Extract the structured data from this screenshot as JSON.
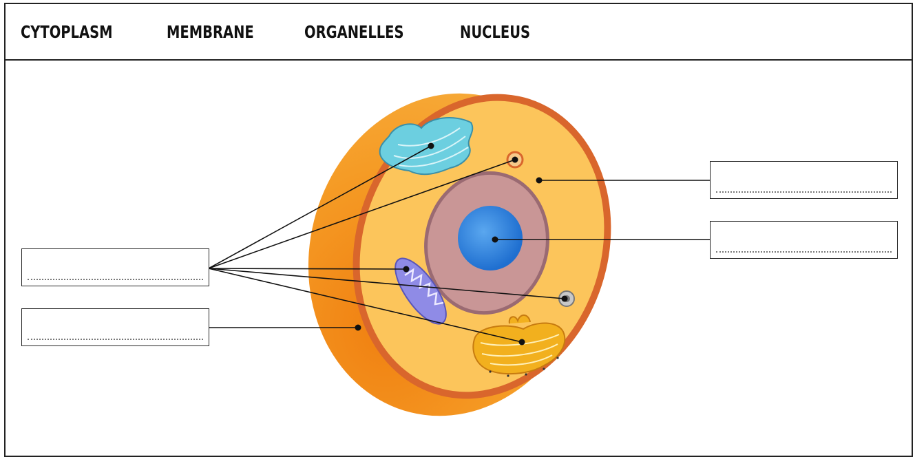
{
  "word_bank": {
    "words": [
      "CYTOPLASM",
      "MEMBRANE",
      "ORGANELLES",
      "NUCLEUS"
    ]
  },
  "diagram": {
    "subject": "animal cell",
    "answer_boxes": [
      {
        "id": "organelles",
        "text": ""
      },
      {
        "id": "membrane",
        "text": ""
      },
      {
        "id": "cytoplasm",
        "text": ""
      },
      {
        "id": "nucleus",
        "text": ""
      }
    ]
  },
  "colors": {
    "membrane_outer": "#f39a22",
    "membrane_rim": "#d96a2c",
    "cytoplasm": "#fcc65c",
    "nuclear_envelope": "#c79593",
    "nucleolus": "#2e7fd6",
    "golgi": "#f2b01e",
    "er": "#6fd0e0",
    "mitochondrion": "#8f8be6"
  }
}
